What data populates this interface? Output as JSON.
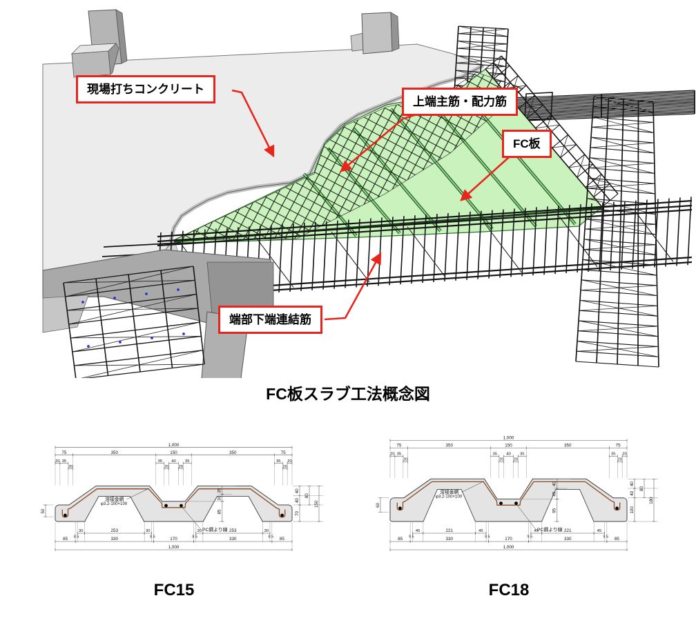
{
  "figure": {
    "caption": "FC板スラブ工法概念図",
    "callouts": [
      {
        "label": "現場打ちコンクリート"
      },
      {
        "label": "上端主筋・配力筋"
      },
      {
        "label": "FC板"
      },
      {
        "label": "端部下端連結筋"
      }
    ]
  },
  "colors": {
    "accent_red": "#e8251c",
    "deck_green": "#c9f2bc",
    "joint_green": "#2f6f2f",
    "concrete_gray": "#ececec",
    "mesh_brown": "#8a4a22",
    "rebar_black": "#151515"
  },
  "sections": [
    {
      "name": "FC15",
      "total_height_mm": 150,
      "top_total": "1,000",
      "top_row": [
        "75",
        "350",
        "150",
        "350",
        "75"
      ],
      "top_sub": [
        "20",
        "35",
        "35",
        "40",
        "35",
        "35",
        "20"
      ],
      "top_sub2": [
        "20",
        "20",
        "20",
        "20"
      ],
      "left_dim": "50",
      "mid_dims": [
        "35",
        "30",
        "85"
      ],
      "right_pair": [
        "40",
        "40"
      ],
      "right_sum": "80",
      "right_lower": "70",
      "right_total": "150",
      "bottom_inner": [
        "30",
        "253",
        "30"
      ],
      "bottom_tiny": "8.5",
      "bottom_row": [
        "85",
        "330",
        "170",
        "330",
        "85"
      ],
      "bottom_total": "1,000",
      "mesh_label": "溶接金網",
      "mesh_spec": "φ3.2-100×100",
      "strand_label": "PC鋼より線"
    },
    {
      "name": "FC18",
      "total_height_mm": 180,
      "top_total": "1,000",
      "top_row": [
        "75",
        "350",
        "150",
        "350",
        "75"
      ],
      "top_sub": [
        "20",
        "35",
        "35",
        "40",
        "35",
        "35",
        "20"
      ],
      "top_sub2": [
        "20",
        "20",
        "20",
        "20"
      ],
      "left_dim": "60",
      "mid_dims": [
        "40",
        "45",
        "95"
      ],
      "right_pair": [
        "40",
        "40"
      ],
      "right_sum": "80",
      "right_lower": "100",
      "right_total": "180",
      "bottom_inner": [
        "45",
        "221",
        "45"
      ],
      "bottom_tiny": "9.5",
      "bottom_row": [
        "85",
        "330",
        "170",
        "330",
        "85"
      ],
      "bottom_total": "1,000",
      "mesh_label": "溶接金網",
      "mesh_spec": "φ3.2-100×100",
      "strand_label": "PC鋼より線"
    }
  ]
}
